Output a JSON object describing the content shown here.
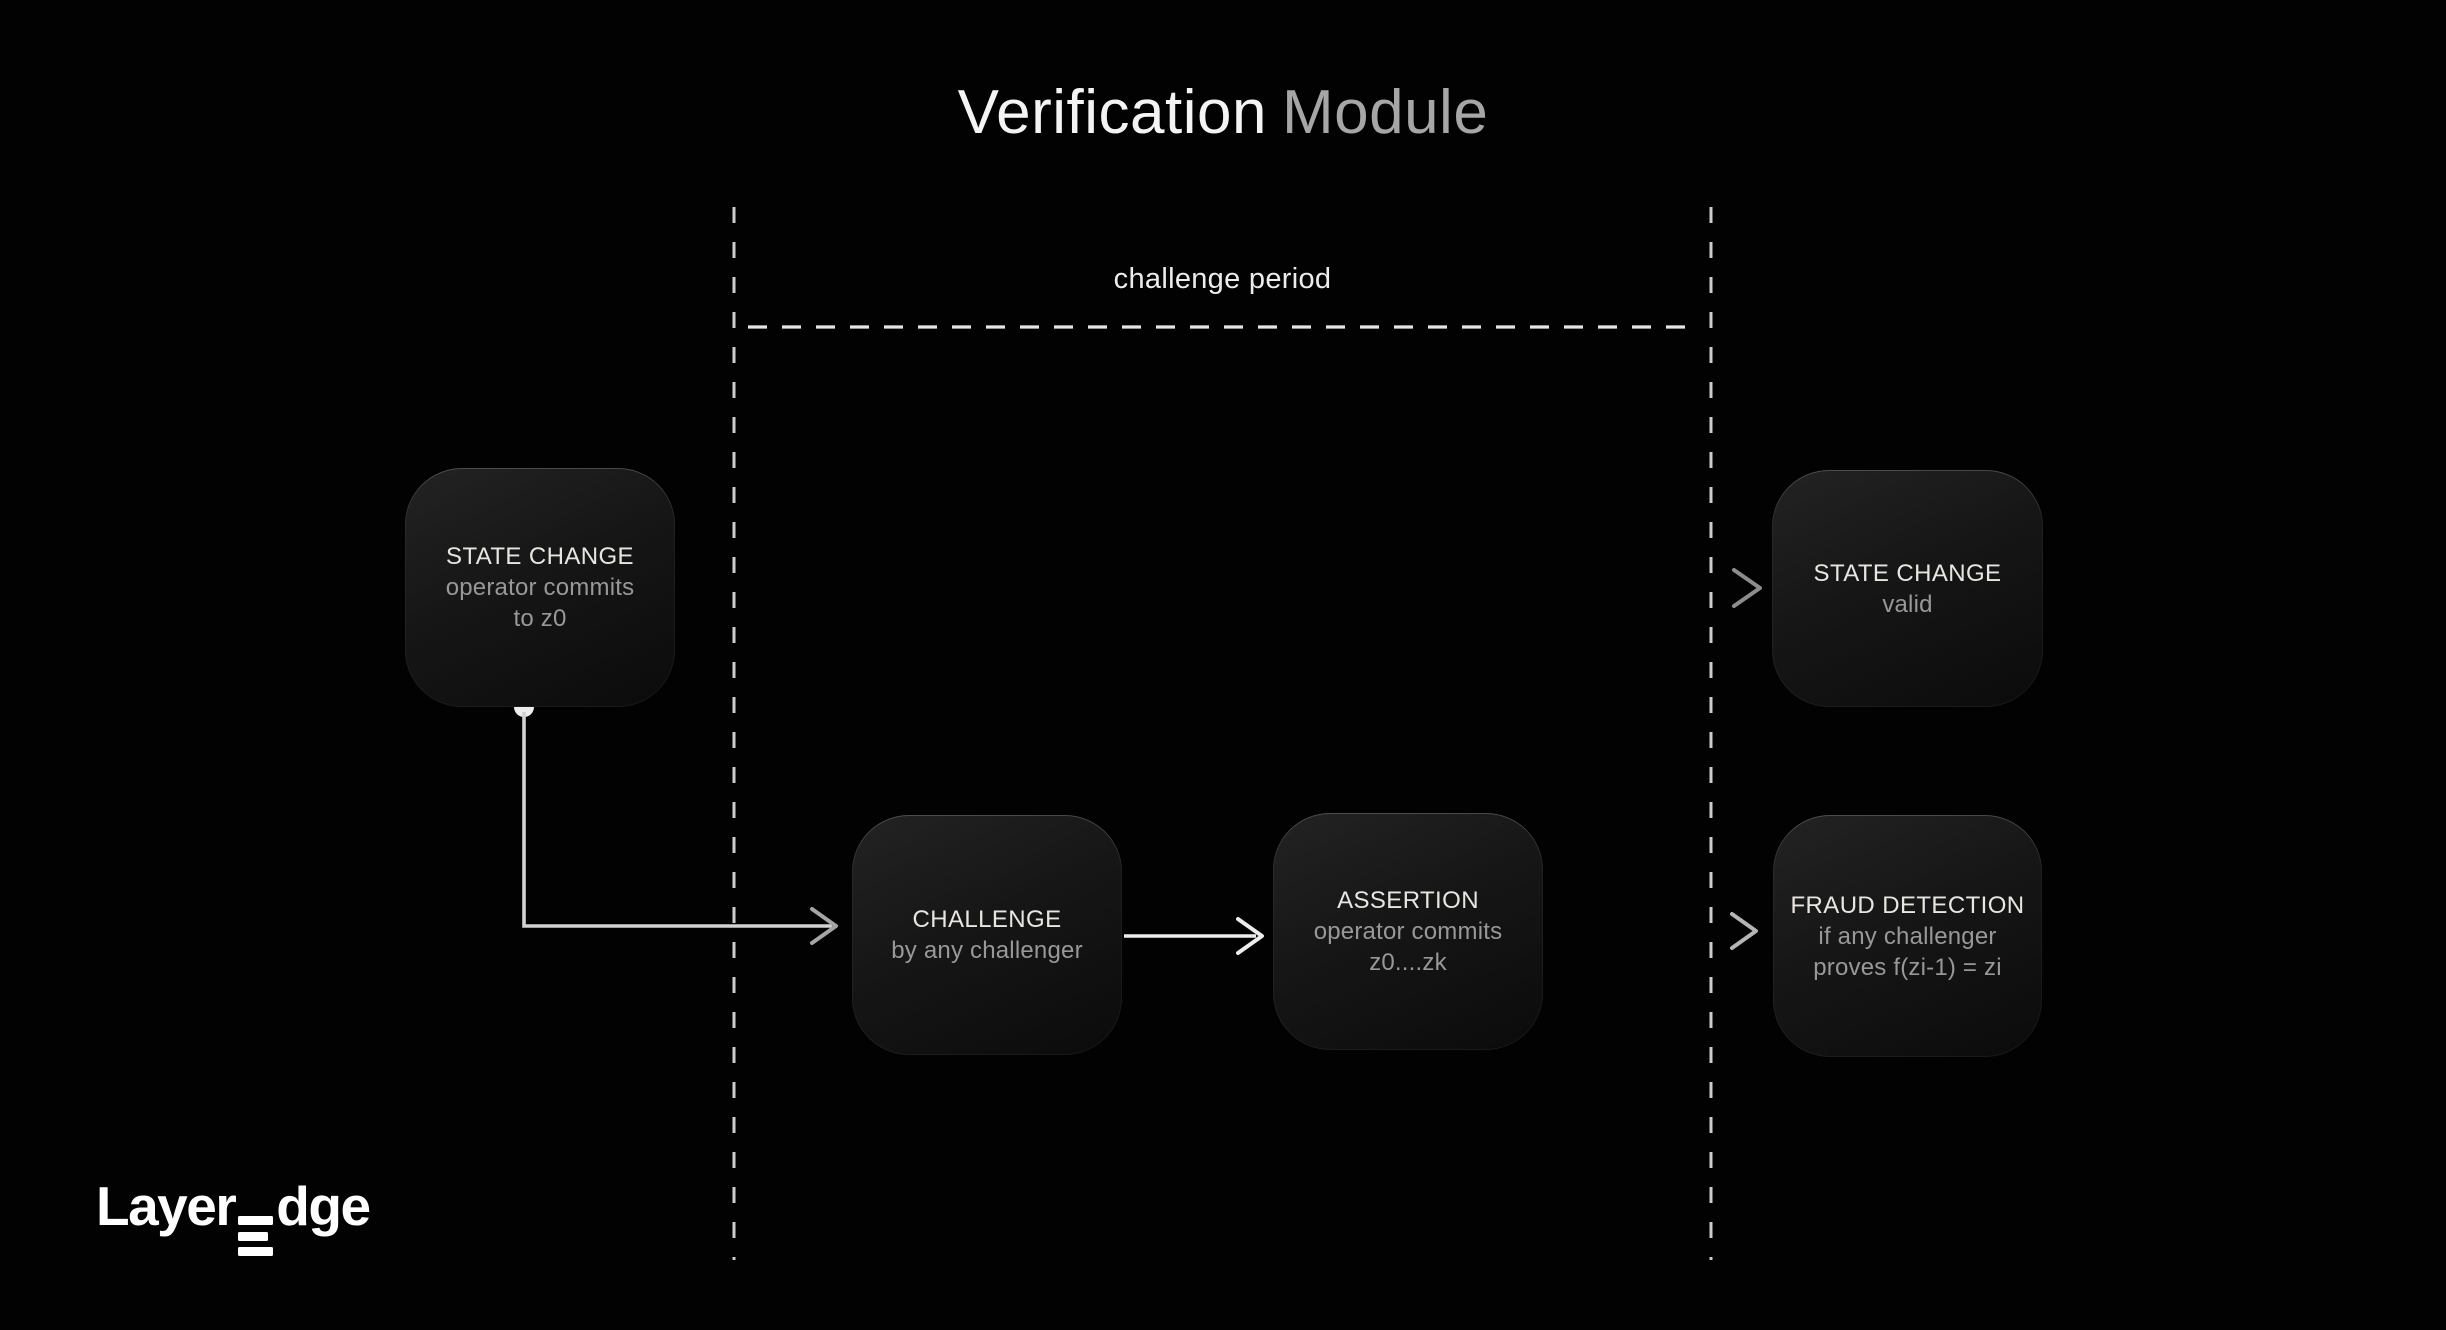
{
  "title": {
    "part1": "Verification",
    "part2": "Module"
  },
  "challenge_period": {
    "label": "challenge period"
  },
  "nodes": [
    {
      "id": "state-change-commit",
      "title": "STATE CHANGE",
      "lines": [
        "operator commits",
        "to z0"
      ]
    },
    {
      "id": "state-change-valid",
      "title": "STATE CHANGE",
      "lines": [
        "valid"
      ]
    },
    {
      "id": "challenge",
      "title": "CHALLENGE",
      "lines": [
        "by any challenger"
      ]
    },
    {
      "id": "assertion",
      "title": "ASSERTION",
      "lines": [
        "operator commits",
        "z0....zk"
      ]
    },
    {
      "id": "fraud-detection",
      "title": "FRAUD DETECTION",
      "lines": [
        "if any challenger",
        "proves f(zi-1) = zi"
      ]
    }
  ],
  "logo": {
    "brand": "LayerEdge",
    "prefix": "Layer",
    "suffix": "dge"
  },
  "colors": {
    "background": "#020202",
    "node_fill_top": "#232323",
    "node_fill_bottom": "#0b0b0b",
    "title_primary": "#f4f4f4",
    "title_secondary": "#a6a6a6",
    "node_title_text": "#e8e6e2",
    "node_subtitle_text": "#989898",
    "arrow_gray": "#8a8a8a",
    "arrow_white": "#ededed",
    "dash_vertical": "#cdcdcd",
    "dash_horizontal": "#e5e5e5",
    "logo_color": "#ffffff"
  }
}
